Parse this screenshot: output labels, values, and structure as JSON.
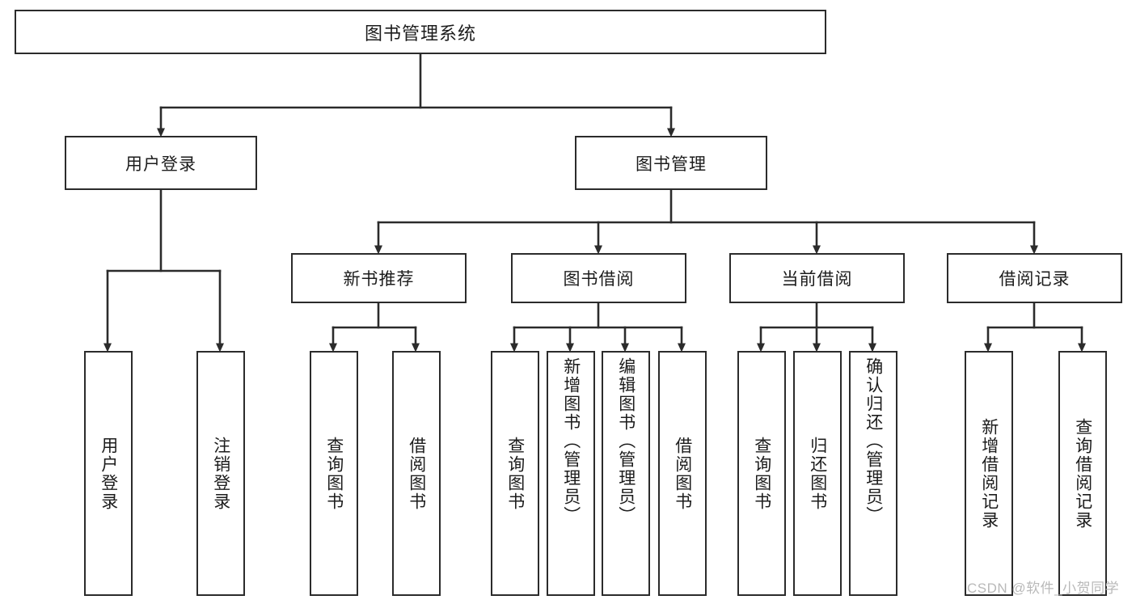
{
  "diagram": {
    "type": "tree-hierarchy",
    "title": "图书管理系统",
    "orientation": "top-down",
    "colors": {
      "box_border": "#2b2b2b",
      "box_fill": "#ffffff",
      "connector": "#2b2b2b",
      "text": "#1c1c1c",
      "watermark": "#b9b9b9",
      "background": "#ffffff"
    }
  },
  "root": {
    "label": "图书管理系统"
  },
  "level2": [
    {
      "id": "user-login",
      "label": "用户登录"
    },
    {
      "id": "book-manage",
      "label": "图书管理"
    }
  ],
  "level3": [
    {
      "id": "new-book-recommend",
      "label": "新书推荐"
    },
    {
      "id": "book-borrow",
      "label": "图书借阅"
    },
    {
      "id": "current-borrow",
      "label": "当前借阅"
    },
    {
      "id": "borrow-record",
      "label": "借阅记录"
    }
  ],
  "leaves": [
    {
      "id": "leaf-user-login",
      "label": "用户登录",
      "parent": "user-login"
    },
    {
      "id": "leaf-logout-login",
      "label": "注销登录",
      "parent": "user-login"
    },
    {
      "id": "leaf-query-book-1",
      "label": "查询图书",
      "parent": "new-book-recommend"
    },
    {
      "id": "leaf-borrow-book-1",
      "label": "借阅图书",
      "parent": "new-book-recommend"
    },
    {
      "id": "leaf-query-book-2",
      "label": "查询图书",
      "parent": "book-borrow"
    },
    {
      "id": "leaf-add-book-admin",
      "label": "新增图书（管理员）",
      "parent": "book-borrow"
    },
    {
      "id": "leaf-edit-book-admin",
      "label": "编辑图书（管理员）",
      "parent": "book-borrow"
    },
    {
      "id": "leaf-borrow-book-2",
      "label": "借阅图书",
      "parent": "book-borrow"
    },
    {
      "id": "leaf-query-book-3",
      "label": "查询图书",
      "parent": "current-borrow"
    },
    {
      "id": "leaf-return-book",
      "label": "归还图书",
      "parent": "current-borrow"
    },
    {
      "id": "leaf-confirm-return-admin",
      "label": "确认归还（管理员）",
      "parent": "current-borrow"
    },
    {
      "id": "leaf-add-borrow-record",
      "label": "新增借阅记录",
      "parent": "borrow-record"
    },
    {
      "id": "leaf-query-borrow-record",
      "label": "查询借阅记录",
      "parent": "borrow-record"
    }
  ],
  "watermark": {
    "text": "CSDN @软件_小贺同学"
  }
}
